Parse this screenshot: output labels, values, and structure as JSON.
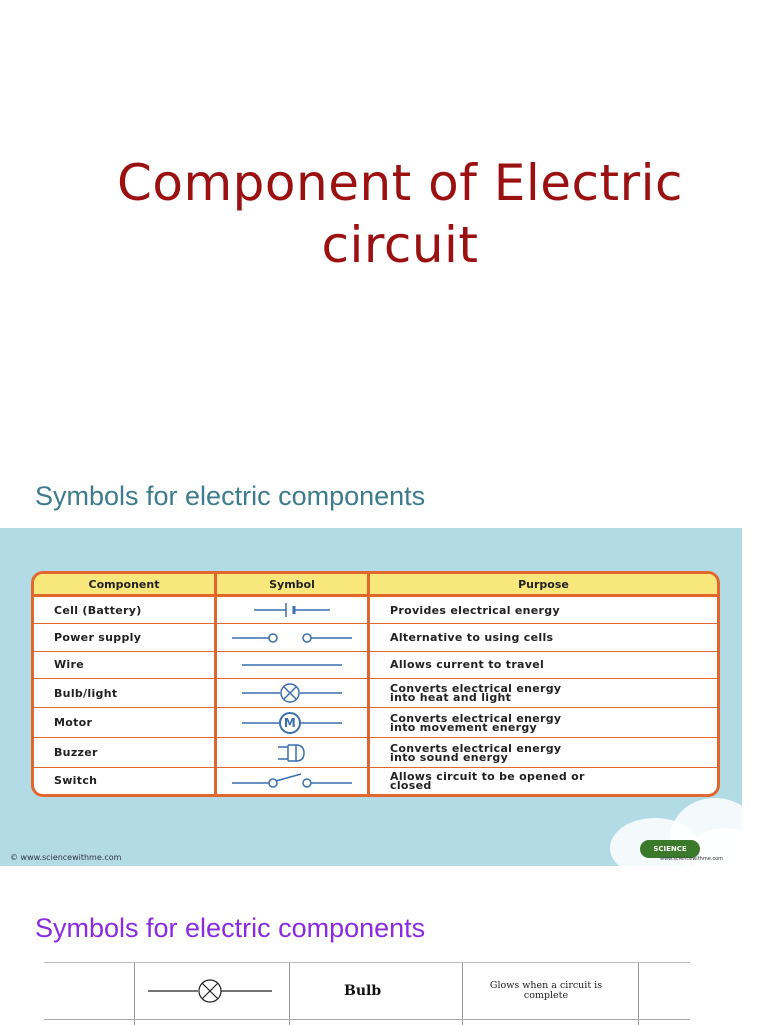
{
  "slide": {
    "title_line1": "Component of Electric",
    "title_line2": "circuit"
  },
  "section1": {
    "heading": "Symbols for electric components",
    "table": {
      "headers": [
        "Component",
        "Symbol",
        "Purpose"
      ],
      "rows": [
        {
          "component": "Cell (Battery)",
          "symbol_icon": "cell-symbol-icon",
          "purpose_line1": "Provides electrical energy",
          "purpose_line2": ""
        },
        {
          "component": "Power supply",
          "symbol_icon": "power-supply-symbol-icon",
          "purpose_line1": "Alternative to using cells",
          "purpose_line2": ""
        },
        {
          "component": "Wire",
          "symbol_icon": "wire-symbol-icon",
          "purpose_line1": "Allows current to travel",
          "purpose_line2": ""
        },
        {
          "component": "Bulb/light",
          "symbol_icon": "bulb-symbol-icon",
          "purpose_line1": "Converts electrical energy",
          "purpose_line2": "into heat and light"
        },
        {
          "component": "Motor",
          "symbol_icon": "motor-symbol-icon",
          "purpose_line1": "Converts electrical energy",
          "purpose_line2": "into movement energy"
        },
        {
          "component": "Buzzer",
          "symbol_icon": "buzzer-symbol-icon",
          "purpose_line1": "Converts electrical energy",
          "purpose_line2": "into sound energy"
        },
        {
          "component": "Switch",
          "symbol_icon": "switch-symbol-icon",
          "purpose_line1": "Allows circuit to be opened or",
          "purpose_line2": "closed"
        }
      ]
    },
    "copyright": "© www.sciencewithme.com",
    "logo_text": "SCIENCE",
    "logo_url": "www.sciencewithme.com",
    "colors": {
      "accent": "#e2672e",
      "header_fill": "#f8e77a",
      "background": "#b3dbe6"
    }
  },
  "section2": {
    "heading": "Symbols for electric components",
    "row": {
      "name": "Bulb",
      "symbol_icon": "bulb-symbol-icon",
      "purpose": "Glows when a circuit is complete"
    }
  },
  "theme": {
    "title_color": "#9b1010",
    "heading1_color": "#3d7c8c",
    "heading2_color": "#8a2be2"
  }
}
